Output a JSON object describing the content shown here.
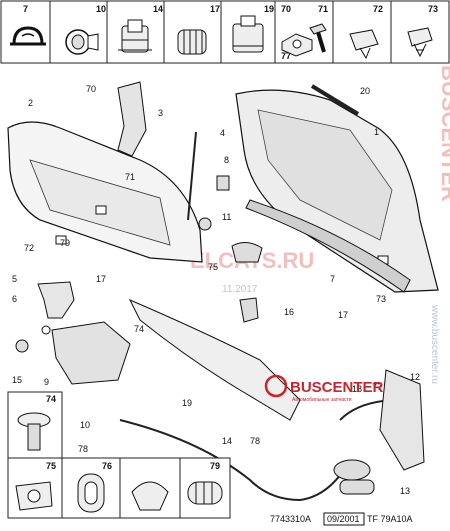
{
  "top_strip": [
    {
      "num": "7",
      "icon": "retaining-clip-icon"
    },
    {
      "num": "10",
      "icon": "push-rivet-icon"
    },
    {
      "num": "14",
      "icon": "cable-clip-icon"
    },
    {
      "num": "17",
      "icon": "cable-holder-icon"
    },
    {
      "num": "19",
      "icon": "bumper-icon"
    },
    {
      "num": "70",
      "icon": "square-nut-icon"
    },
    {
      "num": "71",
      "icon": "screw-icon"
    },
    {
      "num": "72",
      "icon": "fastener-clip-icon"
    },
    {
      "num": "73",
      "icon": "fir-tree-clip-icon"
    }
  ],
  "strip_extra_num": "77",
  "left_panel": [
    {
      "num": "74",
      "icon": "washer-bolt-icon"
    },
    {
      "num": "75",
      "icon": "trim-clip-icon"
    },
    {
      "num": "76",
      "icon": "grommet-icon"
    },
    {
      "num": "79",
      "icon": "ribbed-plug-icon"
    }
  ],
  "callouts": [
    "1",
    "2",
    "3",
    "4",
    "5",
    "6",
    "7",
    "8",
    "9",
    "10",
    "11",
    "12",
    "13",
    "14",
    "15",
    "16",
    "17",
    "17",
    "18",
    "19",
    "20",
    "70",
    "71",
    "72",
    "73",
    "74",
    "75",
    "77",
    "78",
    "78",
    "79"
  ],
  "watermarks": {
    "main": "ELCATS.RU",
    "side": "BUSCENTER",
    "logo": "BUSCENTER",
    "logo_sub": "Автомобильные запчасти",
    "url_side": "www.buscenter.ru",
    "date_faint": "11.2017"
  },
  "footer": {
    "left": "7743310A",
    "mid": "09/2001",
    "right": "TF 79A10A"
  }
}
